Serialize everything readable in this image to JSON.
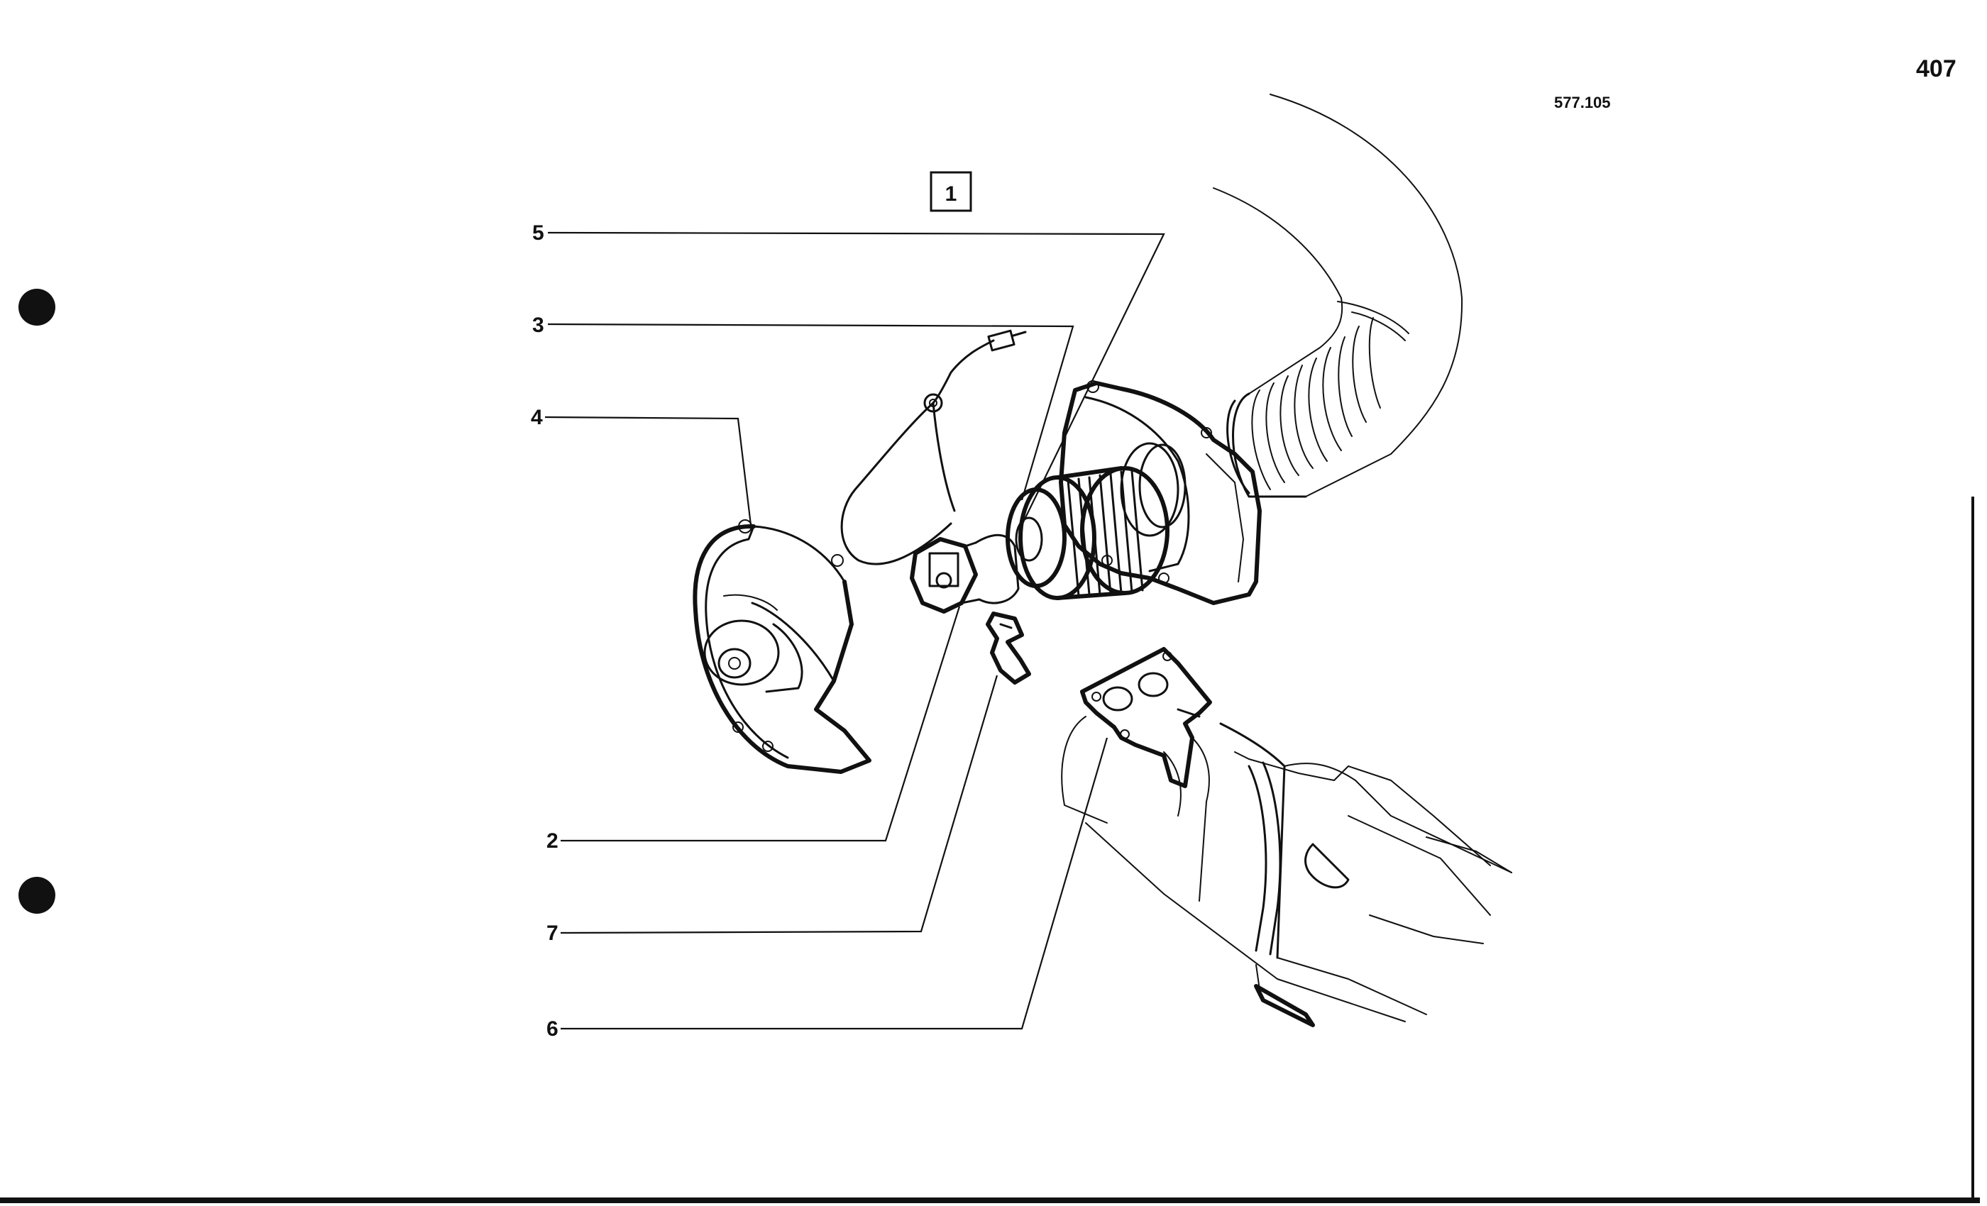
{
  "page": {
    "page_number": "407",
    "figure_reference": "577.105",
    "group_number": "1"
  },
  "callouts": [
    {
      "id": "5",
      "text": "5"
    },
    {
      "id": "3",
      "text": "3"
    },
    {
      "id": "4",
      "text": "4"
    },
    {
      "id": "2",
      "text": "2"
    },
    {
      "id": "7",
      "text": "7"
    },
    {
      "id": "6",
      "text": "6"
    }
  ],
  "colors": {
    "ink": "#111111",
    "paper": "#ffffff"
  }
}
